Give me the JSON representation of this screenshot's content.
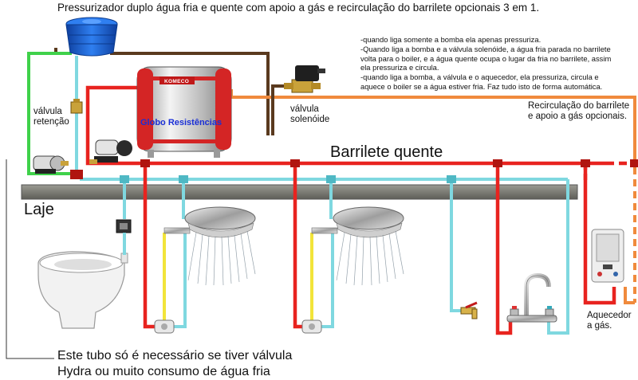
{
  "title": "Pressurizador duplo água fria e quente  com apoio a gás e recirculação do barrilete opcionais 3 em 1.",
  "notes": [
    "-quando liga somente a bomba ela apenas pressuriza.",
    "-Quando liga a bomba e a válvula solenóide, a água fria parada no barrilete",
    "volta para o boiler, e a água quente ocupa o lugar da fria no barrilete, assim",
    "ela pressuriza e circula.",
    "-quando liga a bomba, a válvula e o aquecedor, ela pressuriza, circula e",
    "aquece o boiler se a água estiver fria. Faz tudo isto de forma automática."
  ],
  "labels": {
    "check_valve": [
      "válvula",
      "retenção"
    ],
    "solenoid_valve": [
      "válvula",
      "solenóide"
    ],
    "recirculation": [
      "Recirculação do barrilete",
      "e apoio a gás opcionais."
    ],
    "hot_manifold": "Barrilete quente",
    "slab": "Laje",
    "heater": [
      "Aquecedor",
      "a gás."
    ],
    "boiler_brand": "Globo Resistências",
    "boiler_logo": "KOMECO",
    "footnote": [
      "Este tubo só é necessário se tiver válvula",
      "Hydra ou muito consumo de água fria"
    ]
  },
  "colors": {
    "cold_pipe": "#7fd8e0",
    "hot_pipe": "#e8231f",
    "tank_pipe": "#5a3a1e",
    "recirc_pipe": "#f08a3c",
    "supply_pipe": "#3fd14a",
    "mixer_pipe": "#f2e43a",
    "slab": "#7d7d76",
    "tank": "#1d5fd6",
    "boiler_shell": "#d42525"
  }
}
